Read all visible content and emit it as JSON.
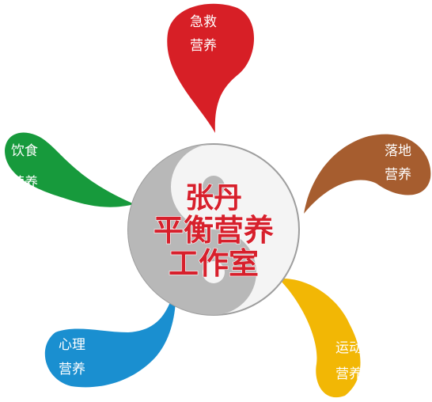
{
  "center": {
    "line1": "张丹",
    "line2": "平衡营养",
    "line3": "工作室"
  },
  "petals": [
    {
      "id": "emergency",
      "line1": "急救",
      "line2": "营养",
      "color": "#d71f26"
    },
    {
      "id": "grounded",
      "line1": "落地",
      "line2": "营养",
      "color": "#a65d2f"
    },
    {
      "id": "exercise",
      "line1": "运动",
      "line2": "营养",
      "color": "#f2b705"
    },
    {
      "id": "psychology",
      "line1": "心理",
      "line2": "营养",
      "color": "#1a8fd0"
    },
    {
      "id": "diet",
      "line1": "饮食",
      "line2": "营养",
      "color": "#179a3c"
    }
  ],
  "colors": {
    "yin": "#b8b8b8",
    "yang": "#f4f4f4",
    "outline": "#9e9e9e",
    "title": "#d7202c"
  }
}
